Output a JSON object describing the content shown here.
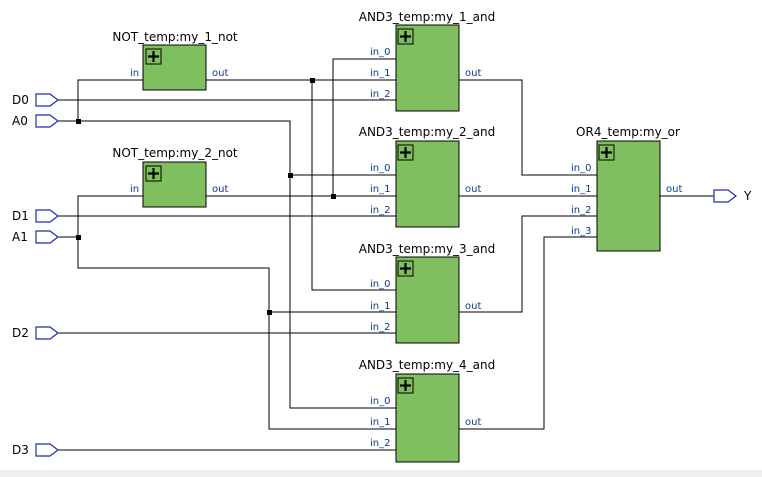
{
  "blocks": [
    {
      "id": "not1",
      "title": "NOT_temp:my_1_not",
      "inputs": [
        "in"
      ],
      "output": "out"
    },
    {
      "id": "not2",
      "title": "NOT_temp:my_2_not",
      "inputs": [
        "in"
      ],
      "output": "out"
    },
    {
      "id": "and1",
      "title": "AND3_temp:my_1_and",
      "inputs": [
        "in_0",
        "in_1",
        "in_2"
      ],
      "output": "out"
    },
    {
      "id": "and2",
      "title": "AND3_temp:my_2_and",
      "inputs": [
        "in_0",
        "in_1",
        "in_2"
      ],
      "output": "out"
    },
    {
      "id": "and3",
      "title": "AND3_temp:my_3_and",
      "inputs": [
        "in_0",
        "in_1",
        "in_2"
      ],
      "output": "out"
    },
    {
      "id": "and4",
      "title": "AND3_temp:my_4_and",
      "inputs": [
        "in_0",
        "in_1",
        "in_2"
      ],
      "output": "out"
    },
    {
      "id": "or",
      "title": "OR4_temp:my_or",
      "inputs": [
        "in_0",
        "in_1",
        "in_2",
        "in_3"
      ],
      "output": "out"
    }
  ],
  "ports": {
    "inputs": [
      "D0",
      "A0",
      "D1",
      "A1",
      "D2",
      "D3"
    ],
    "outputs": [
      "Y"
    ]
  },
  "colors": {
    "block_fill": "#7fbf5f",
    "pin_label": "#0a3a8c",
    "port_outline": "#1f2fa8",
    "wire": "#000000"
  }
}
